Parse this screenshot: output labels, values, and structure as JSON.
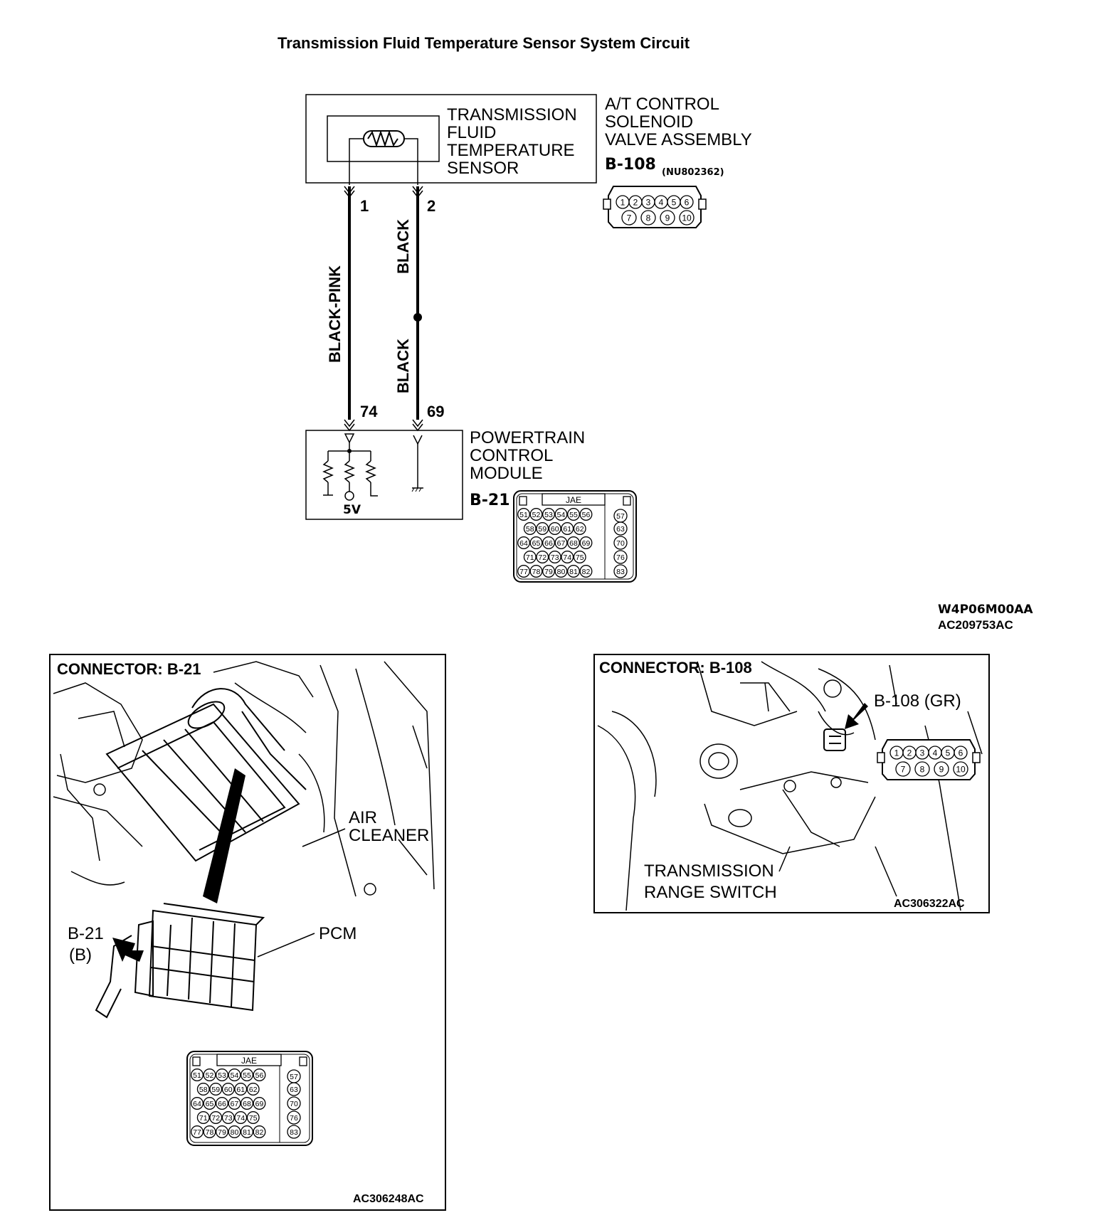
{
  "title": "Transmission Fluid Temperature Sensor System Circuit",
  "sensor": {
    "name_lines": [
      "TRANSMISSION",
      "FLUID",
      "TEMPERATURE",
      "SENSOR"
    ],
    "assembly_lines": [
      "A/T CONTROL",
      "SOLENOID",
      "VALVE ASSEMBLY"
    ],
    "connector_id": "B-108",
    "part_number": "(NU802362)",
    "pins_row1": [
      "1",
      "2",
      "3",
      "4",
      "5",
      "6"
    ],
    "pins_row2": [
      "7",
      "8",
      "9",
      "10"
    ]
  },
  "wires": [
    {
      "pin_top": "1",
      "pin_bottom": "74",
      "color_labels": [
        "BLACK-PINK"
      ]
    },
    {
      "pin_top": "2",
      "pin_bottom": "69",
      "color_labels": [
        "BLACK",
        "BLACK"
      ]
    }
  ],
  "pcm": {
    "name_lines": [
      "POWERTRAIN",
      "CONTROL",
      "MODULE"
    ],
    "connector_id": "B-21",
    "voltage_label": "5V",
    "connector_type": "JAE",
    "pin_rows": [
      [
        "51",
        "52",
        "53",
        "54",
        "55",
        "56"
      ],
      [
        "58",
        "59",
        "60",
        "61",
        "62"
      ],
      [
        "64",
        "65",
        "66",
        "67",
        "68",
        "69"
      ],
      [
        "71",
        "72",
        "73",
        "74",
        "75"
      ],
      [
        "77",
        "78",
        "79",
        "80",
        "81",
        "82"
      ]
    ],
    "side_pins": [
      "57",
      "63",
      "70",
      "76",
      "83"
    ]
  },
  "figure_codes": [
    "W4P06M00AA",
    "AC209753AC"
  ],
  "panel_b21": {
    "heading": "CONNECTOR: B-21",
    "labels": {
      "air_cleaner": [
        "AIR",
        "CLEANER"
      ],
      "pcm": "PCM",
      "connector": [
        "B-21",
        "(B)"
      ]
    },
    "connector_type": "JAE",
    "code": "AC306248AC"
  },
  "panel_b108": {
    "heading": "CONNECTOR: B-108",
    "labels": {
      "connector": "B-108 (GR)",
      "switch": [
        "TRANSMISSION",
        "RANGE SWITCH"
      ]
    },
    "pins_row1": [
      "1",
      "2",
      "3",
      "4",
      "5",
      "6"
    ],
    "pins_row2": [
      "7",
      "8",
      "9",
      "10"
    ],
    "code": "AC306322AC"
  }
}
